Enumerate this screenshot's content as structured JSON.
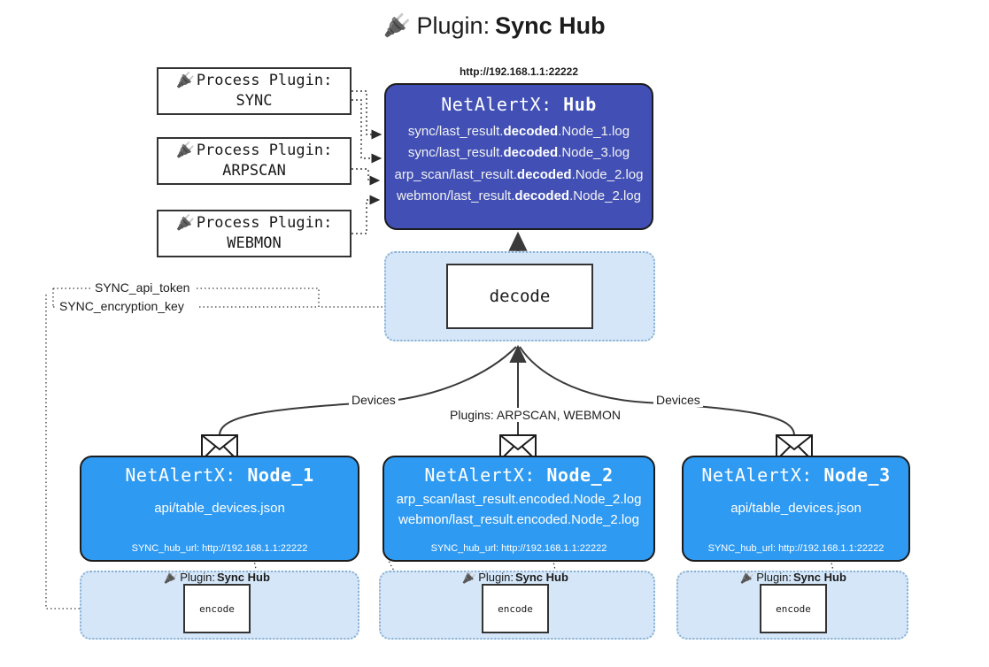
{
  "title": {
    "icon": "plug-icon",
    "prefix": "Plugin:",
    "name": "Sync Hub"
  },
  "process_plugins": [
    {
      "heading": "Process Plugin:",
      "name": "SYNC"
    },
    {
      "heading": "Process Plugin:",
      "name": "ARPSCAN"
    },
    {
      "heading": "Process Plugin:",
      "name": "WEBMON"
    }
  ],
  "hub": {
    "url": "http://192.168.1.1:22222",
    "title_prefix": "NetAlertX:",
    "title_name": "Hub",
    "rows": [
      {
        "pre": "sync/last_result.",
        "em": "decoded",
        "post": ".Node_1.log"
      },
      {
        "pre": "sync/last_result.",
        "em": "decoded",
        "post": ".Node_3.log"
      },
      {
        "pre": "arp_scan/last_result.",
        "em": "decoded",
        "post": ".Node_2.log"
      },
      {
        "pre": "webmon/last_result.",
        "em": "decoded",
        "post": ".Node_2.log"
      }
    ],
    "color": "#4250b5"
  },
  "decode": {
    "label": "decode"
  },
  "params": {
    "api_token": "SYNC_api_token",
    "encryption_key": "SYNC_encryption_key"
  },
  "edge_labels": {
    "devices_left": "Devices",
    "plugins_center": "Plugins: ARPSCAN, WEBMON",
    "devices_right": "Devices"
  },
  "nodes": [
    {
      "title_prefix": "NetAlertX:",
      "title_name": "Node_1",
      "rows": [
        "api/table_devices.json"
      ],
      "hub_url_label": "SYNC_hub_url: http://192.168.1.1:22222",
      "icon": "envelope-icon",
      "color": "#2f9af2"
    },
    {
      "title_prefix": "NetAlertX:",
      "title_name": "Node_2",
      "rows": [
        "arp_scan/last_result.encoded.Node_2.log",
        "webmon/last_result.encoded.Node_2.log"
      ],
      "hub_url_label": "SYNC_hub_url: http://192.168.1.1:22222",
      "icon": "envelope-icon",
      "color": "#2f9af2"
    },
    {
      "title_prefix": "NetAlertX:",
      "title_name": "Node_3",
      "rows": [
        "api/table_devices.json"
      ],
      "hub_url_label": "SYNC_hub_url: http://192.168.1.1:22222",
      "icon": "envelope-icon",
      "color": "#2f9af2"
    }
  ],
  "encode_subgraphs": [
    {
      "label_prefix": "Plugin:",
      "label_name": "Sync Hub",
      "box_label": "encode"
    },
    {
      "label_prefix": "Plugin:",
      "label_name": "Sync Hub",
      "box_label": "encode"
    },
    {
      "label_prefix": "Plugin:",
      "label_name": "Sync Hub",
      "box_label": "encode"
    }
  ],
  "colors": {
    "hub": "#4250b5",
    "node": "#2f9af2",
    "subgraph_bg": "#d4e6f8",
    "subgraph_border": "#8ab0d4",
    "stroke": "#333333"
  }
}
